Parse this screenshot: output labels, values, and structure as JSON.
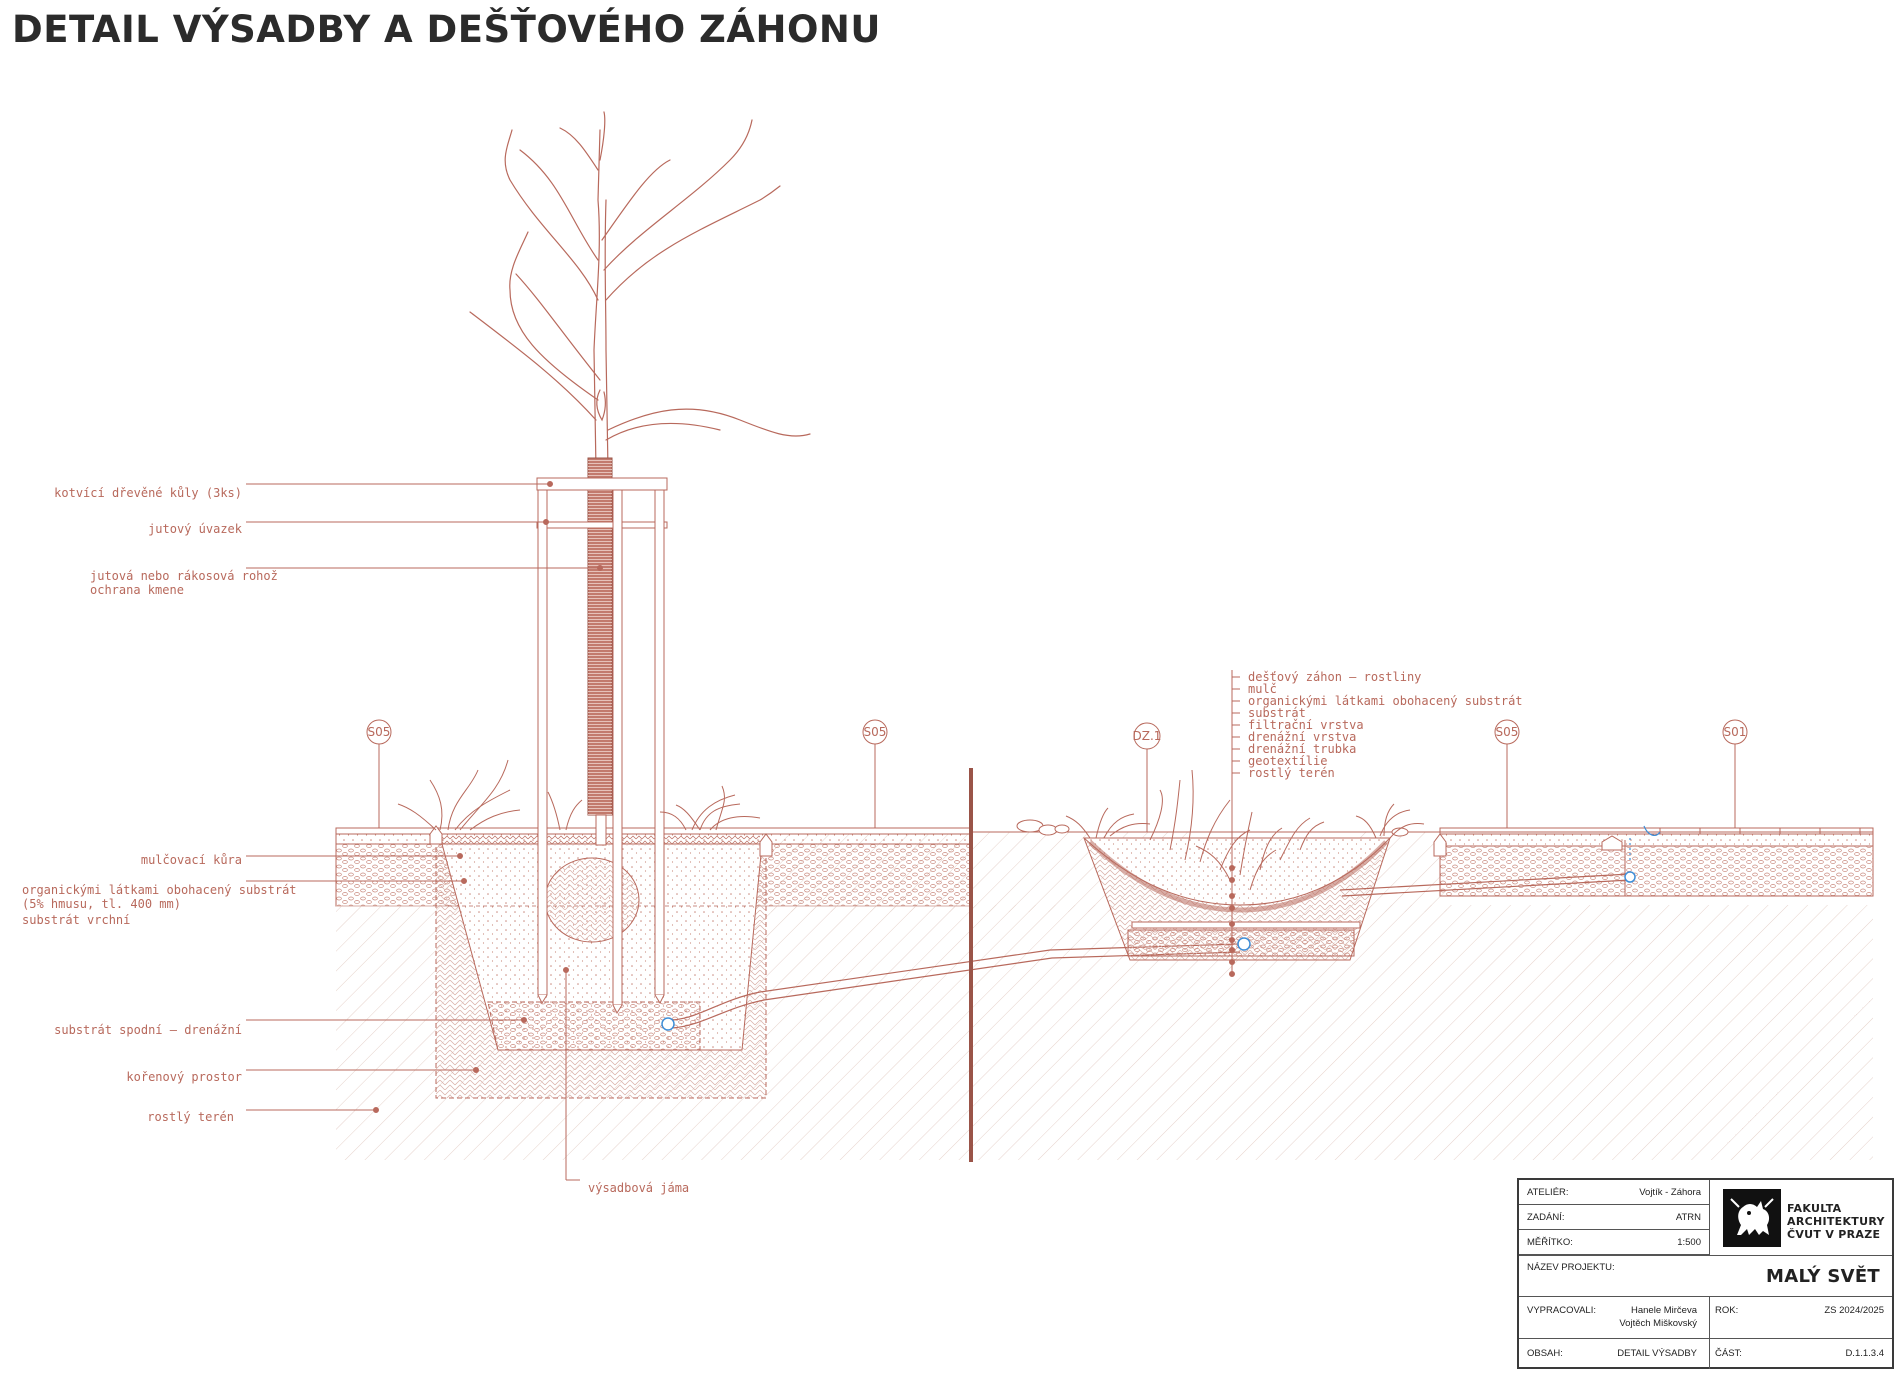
{
  "title": "DETAIL VÝSADBY A DEŠŤOVÉHO ZÁHONU",
  "colors": {
    "line": "#b8695c",
    "dark_line": "#9a5448",
    "hatch": "#e3cdc6",
    "water": "#3f8fd8",
    "text": "#2b2b2b"
  },
  "tree_labels": [
    "kotvící dřevěné kůly (3ks)",
    "jutový úvazek",
    "jutová nebo rákosová rohož",
    "ochrana kmene",
    "mulčovací kůra",
    "organickými látkami obohacený substrát",
    "(5% hmusu, tl. 400 mm)",
    "substrát vrchní",
    "substrát spodní – drenážní",
    "kořenový prostor",
    "rostlý terén",
    "výsadbová jáma"
  ],
  "bed_labels": [
    "dešťový záhon – rostliny",
    "mulč",
    "organickými látkami obohacený substrát",
    "substrát",
    "filtrační vrstva",
    "drenážní vrstva",
    "drenážní trubka",
    "geotextílie",
    "rostlý terén"
  ],
  "markers": [
    "S05",
    "S05",
    "DZ.1",
    "S05",
    "S01"
  ],
  "title_block": {
    "atelier_label": "ATELIÉR:",
    "atelier_value": "Vojtík - Záhora",
    "zadani_label": "ZADÁNÍ:",
    "zadani_value": "ATRN",
    "meritko_label": "MĚŘÍTKO:",
    "meritko_value": "1:500",
    "nazev_label": "NÁZEV PROJEKTU:",
    "project_name": "MALÝ SVĚT",
    "vypracovali_label": "VYPRACOVALI:",
    "author_1": "Hanele Mirčeva",
    "author_2": "Vojtěch Miškovský",
    "rok_label": "ROK:",
    "rok_value": "ZS 2024/2025",
    "obsah_label": "OBSAH:",
    "obsah_value": "DETAIL VÝSADBY",
    "cast_label": "ČÁST:",
    "cast_value": "D.1.1.3.4",
    "faculty_1": "FAKULTA",
    "faculty_2": "ARCHITEKTURY",
    "faculty_3": "ČVUT V PRAZE",
    "logo_icon": "lion-emblem-icon"
  }
}
